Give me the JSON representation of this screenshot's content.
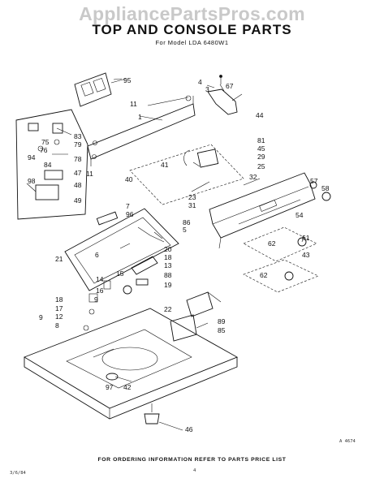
{
  "watermark": "AppliancePartsPros.com",
  "title": "TOP AND CONSOLE PARTS",
  "subtitle": "For Model LDA 6480W1",
  "footer": "FOR ORDERING INFORMATION REFER TO PARTS PRICE LIST",
  "drawing_code": "A 4674",
  "side_code": "3/6/84",
  "page_marker": "4",
  "part_labels": [
    "95",
    "4",
    "3",
    "67",
    "11",
    "1",
    "44",
    "83",
    "79",
    "75",
    "76",
    "78",
    "94",
    "84",
    "81",
    "45",
    "29",
    "25",
    "47",
    "48",
    "98",
    "49",
    "11",
    "41",
    "40",
    "32",
    "57",
    "58",
    "23",
    "31",
    "7",
    "96",
    "86",
    "5",
    "54",
    "61",
    "62",
    "6",
    "20",
    "18",
    "21",
    "43",
    "62",
    "13",
    "15",
    "88",
    "19",
    "14",
    "16",
    "18",
    "17",
    "12",
    "8",
    "9",
    "9",
    "22",
    "89",
    "85",
    "97",
    "42",
    "46"
  ],
  "colors": {
    "ink": "#111111",
    "watermark": "#c9c9c9",
    "background": "#ffffff"
  }
}
